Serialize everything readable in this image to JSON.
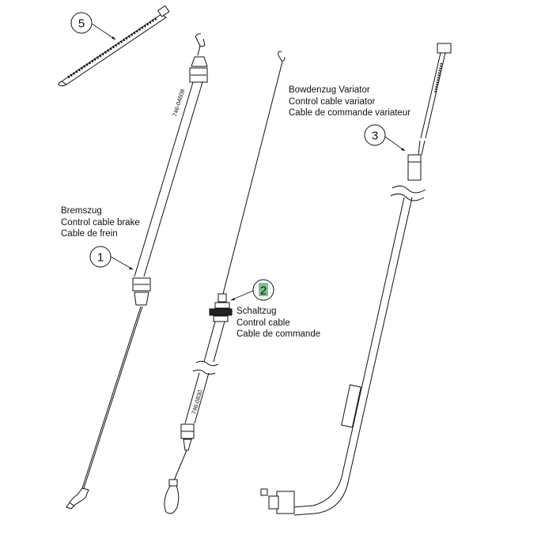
{
  "callouts": {
    "c1": "1",
    "c2": "2",
    "c3": "3",
    "c5": "5"
  },
  "highlight_color": "#7bc48f",
  "labels": {
    "brake": [
      "Bremszug",
      "Control cable brake",
      "Cable de frein"
    ],
    "shift": [
      "Schaltzug",
      "Control cable",
      "Cable de commande"
    ],
    "variator": [
      "Bowdenzug Variator",
      "Control cable variator",
      "Cable de commande variateur"
    ]
  },
  "part_codes": {
    "brake": "746-04608",
    "shift": "746-0830"
  }
}
